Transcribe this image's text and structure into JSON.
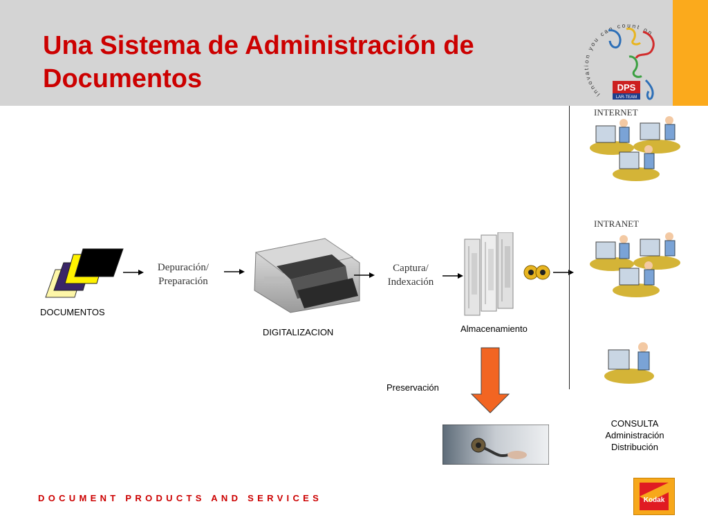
{
  "slide": {
    "title_line1": "Una Sistema de Administración de",
    "title_line2": "Documentos"
  },
  "logo": {
    "tagline": "innovation you can count on",
    "brand": "DPS",
    "sub": "LAR-TEAM"
  },
  "diagram": {
    "documentos": "DOCUMENTOS",
    "depuracion_line1": "Depuración/",
    "depuracion_line2": "Preparación",
    "digitalizacion": "DIGITALIZACION",
    "captura_line1": "Captura/",
    "captura_line2": "Indexación",
    "almacenamiento": "Almacenamiento",
    "preservacion": "Preservación",
    "internet": "INTERNET",
    "intranet": "INTRANET",
    "consulta": "CONSULTA",
    "administracion": "Administración",
    "distribucion": "Distribución"
  },
  "footer": {
    "text": "DOCUMENT PRODUCTS AND SERVICES",
    "kodak_logo": "Kodak"
  },
  "colors": {
    "title_red": "#cc0000",
    "header_gray": "#d4d4d4",
    "accent_orange": "#fbaa1c",
    "arrow_orange": "#f26522"
  }
}
